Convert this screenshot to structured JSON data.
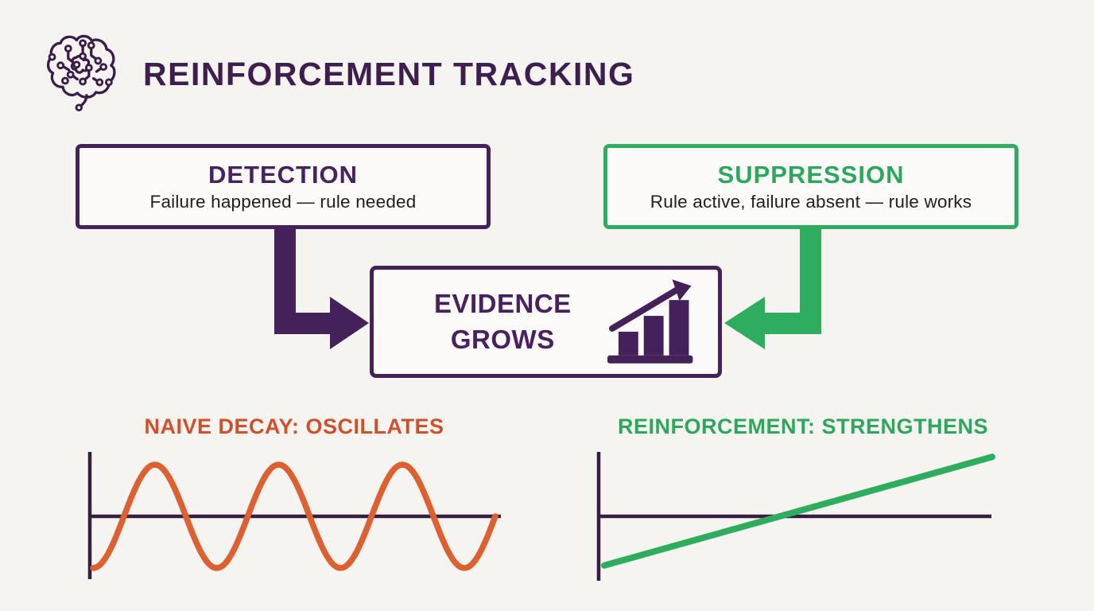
{
  "header": {
    "title": "REINFORCEMENT TRACKING",
    "logo_icon": "circuit-brain-icon"
  },
  "colors": {
    "background": "#F5F4F1",
    "purple": "#45215A",
    "purple_text": "#4A2160",
    "green": "#2FAD5F",
    "green_text": "#2BA85B",
    "orange_label": "#D1502B",
    "orange_wave": "#DE5F30",
    "axis": "#37203F",
    "body_text": "#1F1F1F"
  },
  "flow": {
    "detection": {
      "title": "DETECTION",
      "subtitle": "Failure happened — rule needed"
    },
    "suppression": {
      "title": "SUPPRESSION",
      "subtitle": "Rule active, failure absent — rule works"
    },
    "evidence": {
      "title": "EVIDENCE GROWS",
      "icon": "rising-bar-chart-icon"
    },
    "connectors": [
      {
        "from": "detection",
        "to": "evidence",
        "style": "elbow-arrow",
        "color": "#45215A"
      },
      {
        "from": "suppression",
        "to": "evidence",
        "style": "elbow-arrow",
        "color": "#2FAD5F"
      }
    ]
  },
  "charts": {
    "naive_decay": {
      "label": "NAIVE DECAY: OSCILLATES"
    },
    "reinforcement": {
      "label": "REINFORCEMENT: STRENGTHENS"
    }
  },
  "chart_data": [
    {
      "type": "line",
      "title": "NAIVE DECAY: OSCILLATES",
      "shape": "sine",
      "cycles": 3.25,
      "amplitude": 1,
      "start_phase": "trough",
      "x_units": "time (unlabeled)",
      "x_sampled_cycles": [
        0,
        0.25,
        0.5,
        0.75,
        1,
        1.25,
        1.5,
        1.75,
        2,
        2.25,
        2.5,
        2.75,
        3,
        3.25
      ],
      "y_sampled": [
        -1,
        0,
        1,
        0,
        -1,
        0,
        1,
        0,
        -1,
        0,
        1,
        0,
        -1,
        0
      ],
      "ylim": [
        -1,
        1
      ],
      "color": "#DE5F30",
      "axes": {
        "x_ticks": [],
        "y_ticks": [],
        "gridlines": false,
        "zero_baseline": true
      }
    },
    {
      "type": "line",
      "title": "REINFORCEMENT: STRENGTHENS",
      "shape": "linear",
      "y_start": -0.95,
      "y_end": 1.15,
      "x_units": "time (unlabeled)",
      "x_sampled": [
        0,
        1
      ],
      "y_sampled": [
        -0.95,
        1.15
      ],
      "ylim": [
        -1,
        1.2
      ],
      "color": "#2FAD5F",
      "axes": {
        "x_ticks": [],
        "y_ticks": [],
        "gridlines": false,
        "zero_baseline": true
      }
    }
  ]
}
